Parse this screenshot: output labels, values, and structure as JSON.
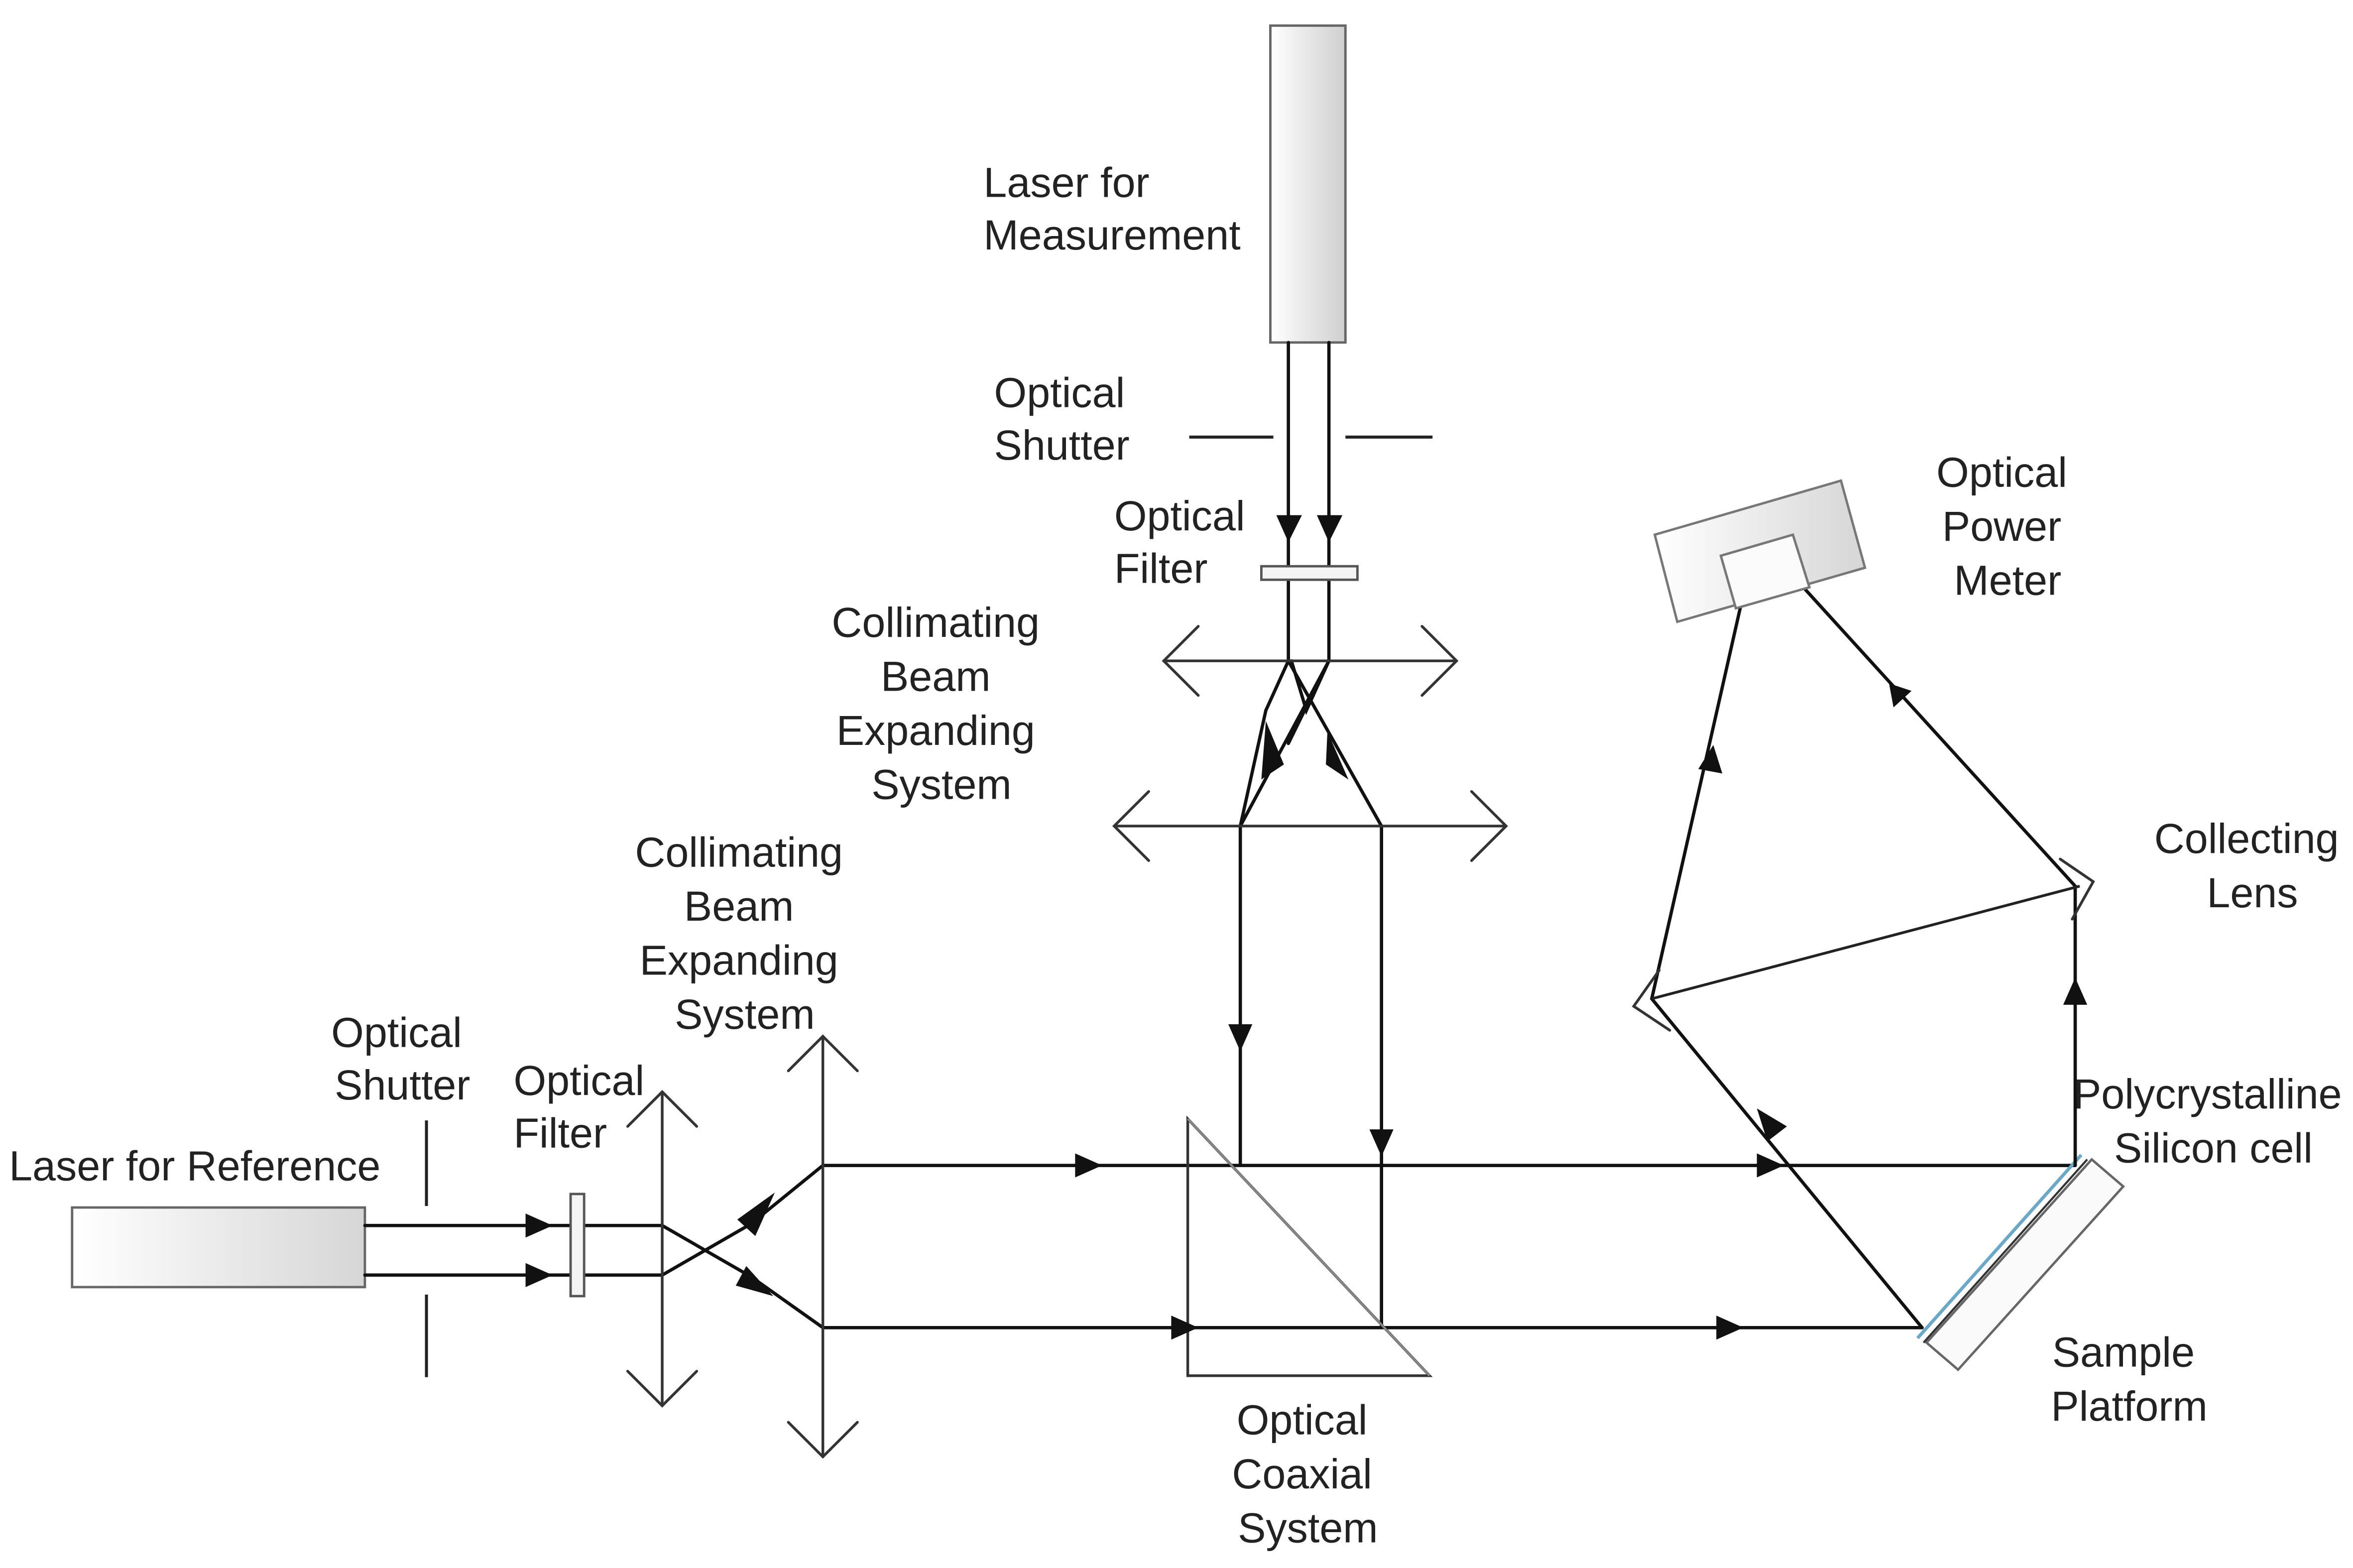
{
  "labels": {
    "laser_measurement": [
      "Laser for",
      "Measurement"
    ],
    "shutter_top": [
      "Optical",
      "Shutter"
    ],
    "filter_top": [
      "Optical",
      "Filter"
    ],
    "cbes_top": [
      "Collimating",
      "Beam",
      "Expanding",
      "System"
    ],
    "cbes_left": [
      "Collimating",
      "Beam",
      "Expanding",
      "System"
    ],
    "shutter_left": [
      "Optical",
      "Shutter"
    ],
    "filter_left": [
      "Optical",
      "Filter"
    ],
    "laser_reference": [
      "Laser for Reference"
    ],
    "optical_power_meter": [
      "Optical",
      "Power",
      "Meter"
    ],
    "collecting_lens": [
      "Collecting",
      "Lens"
    ],
    "polycrystalline_cell": [
      "Polycrystalline",
      "Silicon cell"
    ],
    "sample_platform": [
      "Sample",
      "Platform"
    ],
    "coaxial_system": [
      "Optical",
      "Coaxial",
      "System"
    ]
  },
  "colors": {
    "ray": "#111111",
    "box_gradient_start": "#ffffff",
    "box_gradient_end": "#d6d6d6",
    "cell_edge": "#6aa8c8"
  }
}
